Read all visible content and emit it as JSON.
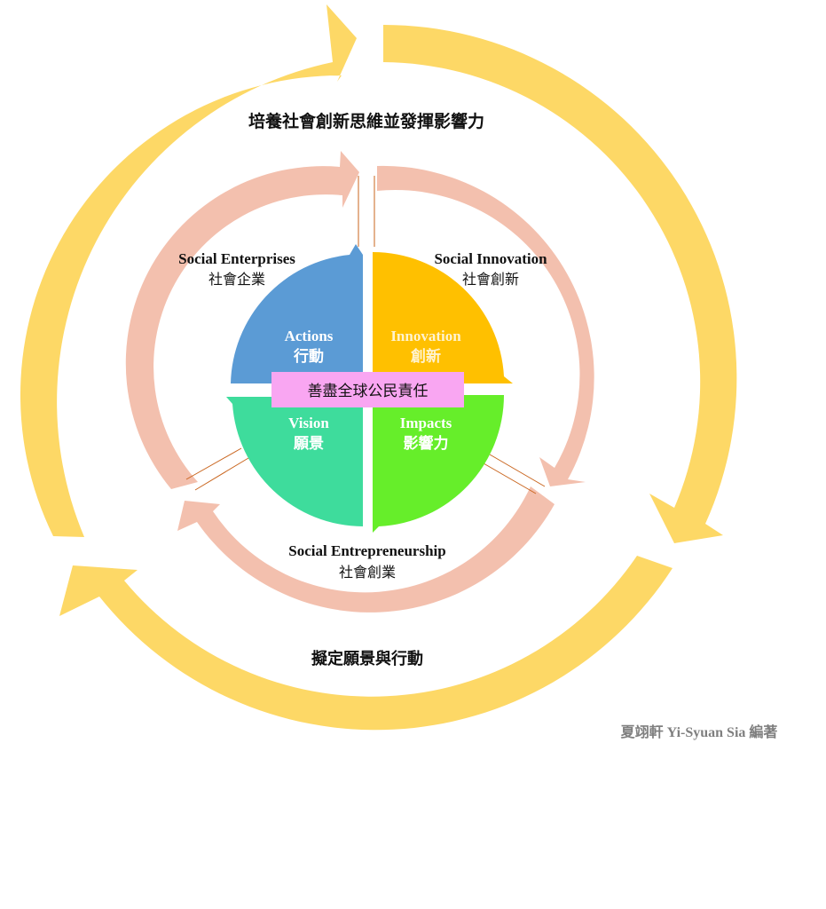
{
  "outer_cycle": {
    "top_text": "培養社會創新思維並發揮影響力",
    "bottom_text": "擬定願景與行動"
  },
  "labels": {
    "social_enterprises": {
      "en": "Social Enterprises",
      "zh": "社會企業"
    },
    "social_innovation": {
      "en": "Social Innovation",
      "zh": "社會創新"
    },
    "social_entrepreneurship": {
      "en": "Social Entrepreneurship",
      "zh": "社會創業"
    }
  },
  "quadrants": {
    "actions": {
      "en": "Actions",
      "zh": "行動"
    },
    "innovation": {
      "en": "Innovation",
      "zh": "創新"
    },
    "vision": {
      "en": "Vision",
      "zh": "願景"
    },
    "impacts": {
      "en": "Impacts",
      "zh": "影響力"
    }
  },
  "center_banner": "善盡全球公民責任",
  "credit": "夏翊軒 Yi-Syuan Sia 編著",
  "colors": {
    "outer_arrow": "#FDD866",
    "inner_arrow": "#F3C0AE",
    "actions": "#5B9BD5",
    "innovation": "#FFC000",
    "vision": "#3EDC9C",
    "impacts": "#66EE2A",
    "banner": "#F9A6F2",
    "credit": "#7F7F7F"
  }
}
